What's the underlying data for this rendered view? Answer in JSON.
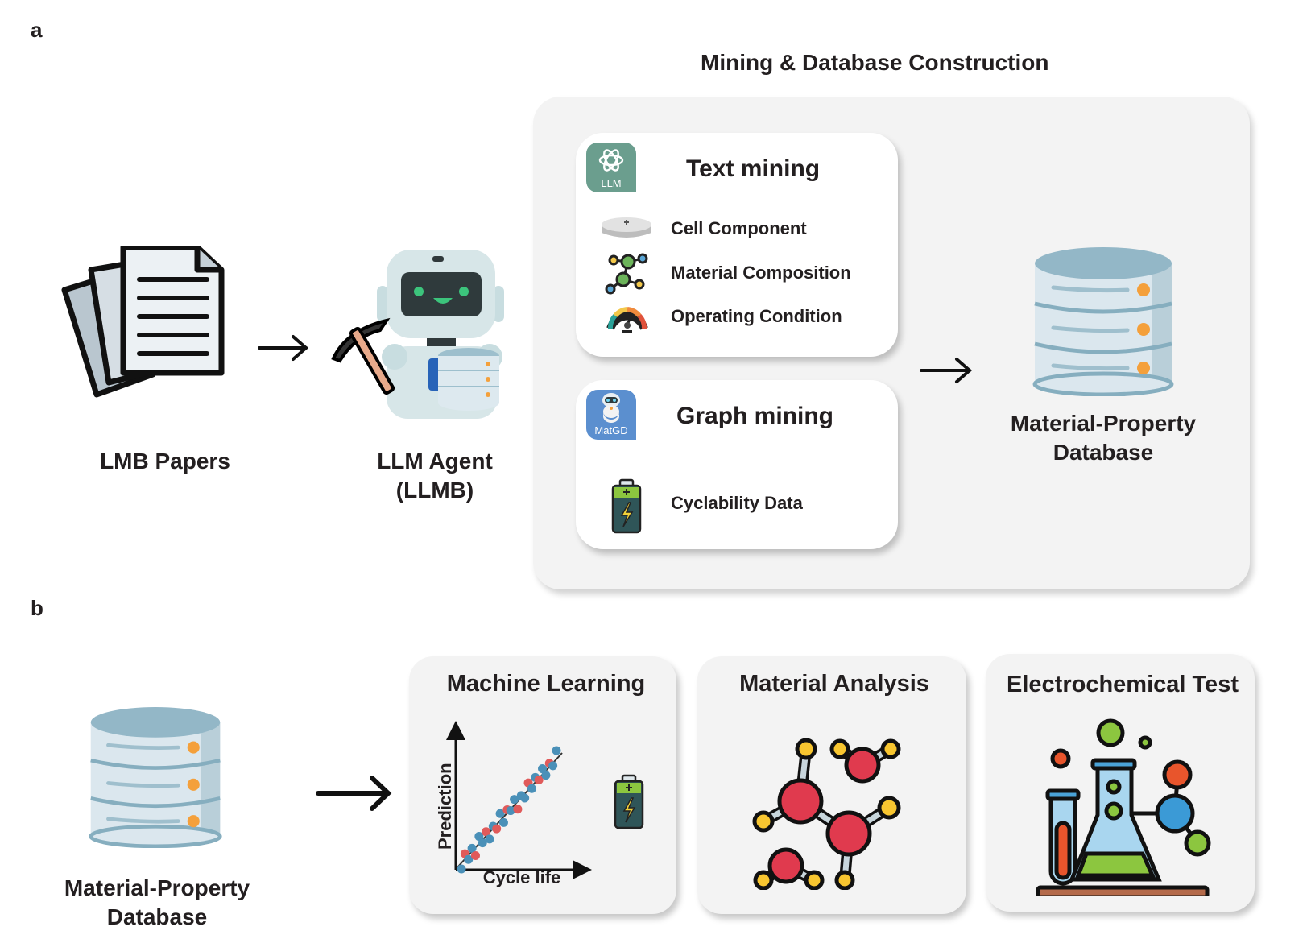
{
  "panel_a": {
    "label": "a",
    "section_title": "Mining & Database Construction",
    "papers_label": "LMB Papers",
    "agent_label_line1": "LLM Agent",
    "agent_label_line2": "(LLMB)",
    "text_mining": {
      "badge_text": "LLM",
      "title": "Text mining",
      "items": [
        "Cell Component",
        "Material Composition",
        "Operating Condition"
      ]
    },
    "graph_mining": {
      "badge_text": "MatGD",
      "title": "Graph mining",
      "items": [
        "Cyclability Data"
      ]
    },
    "database_label_line1": "Material-Property",
    "database_label_line2": "Database"
  },
  "panel_b": {
    "label": "b",
    "database_label_line1": "Material-Property",
    "database_label_line2": "Database",
    "cards": [
      {
        "title": "Machine Learning",
        "xlabel": "Cycle life",
        "ylabel": "Prediction"
      },
      {
        "title": "Material Analysis"
      },
      {
        "title": "Electrochemical Test"
      }
    ]
  },
  "colors": {
    "llm_badge": "#6b9e8e",
    "matgd_badge": "#5b8fcf",
    "db_orange": "#f4a03b",
    "point_blue": "#4a90b8",
    "point_red": "#e05a5a",
    "atom_red": "#e03a4e",
    "atom_yellow": "#f8c630"
  }
}
